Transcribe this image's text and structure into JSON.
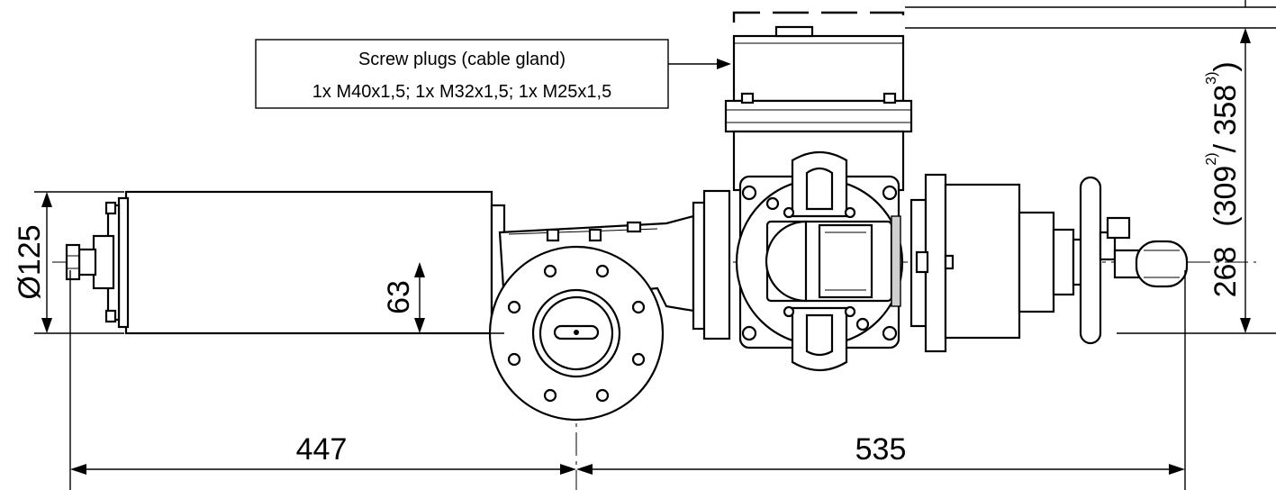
{
  "callout": {
    "title": "Screw plugs (cable gland)",
    "detail": "1x M40x1,5; 1x M32x1,5; 1x M25x1,5"
  },
  "dimensions": {
    "diameter": "Ø125",
    "offset": "63",
    "left_length": "447",
    "right_length": "535",
    "height": "268",
    "height_alt_open": "(309",
    "height_alt_sup1": "2)",
    "height_alt_sep": "/ 358",
    "height_alt_sup2": "3)",
    "height_alt_close": ")"
  }
}
